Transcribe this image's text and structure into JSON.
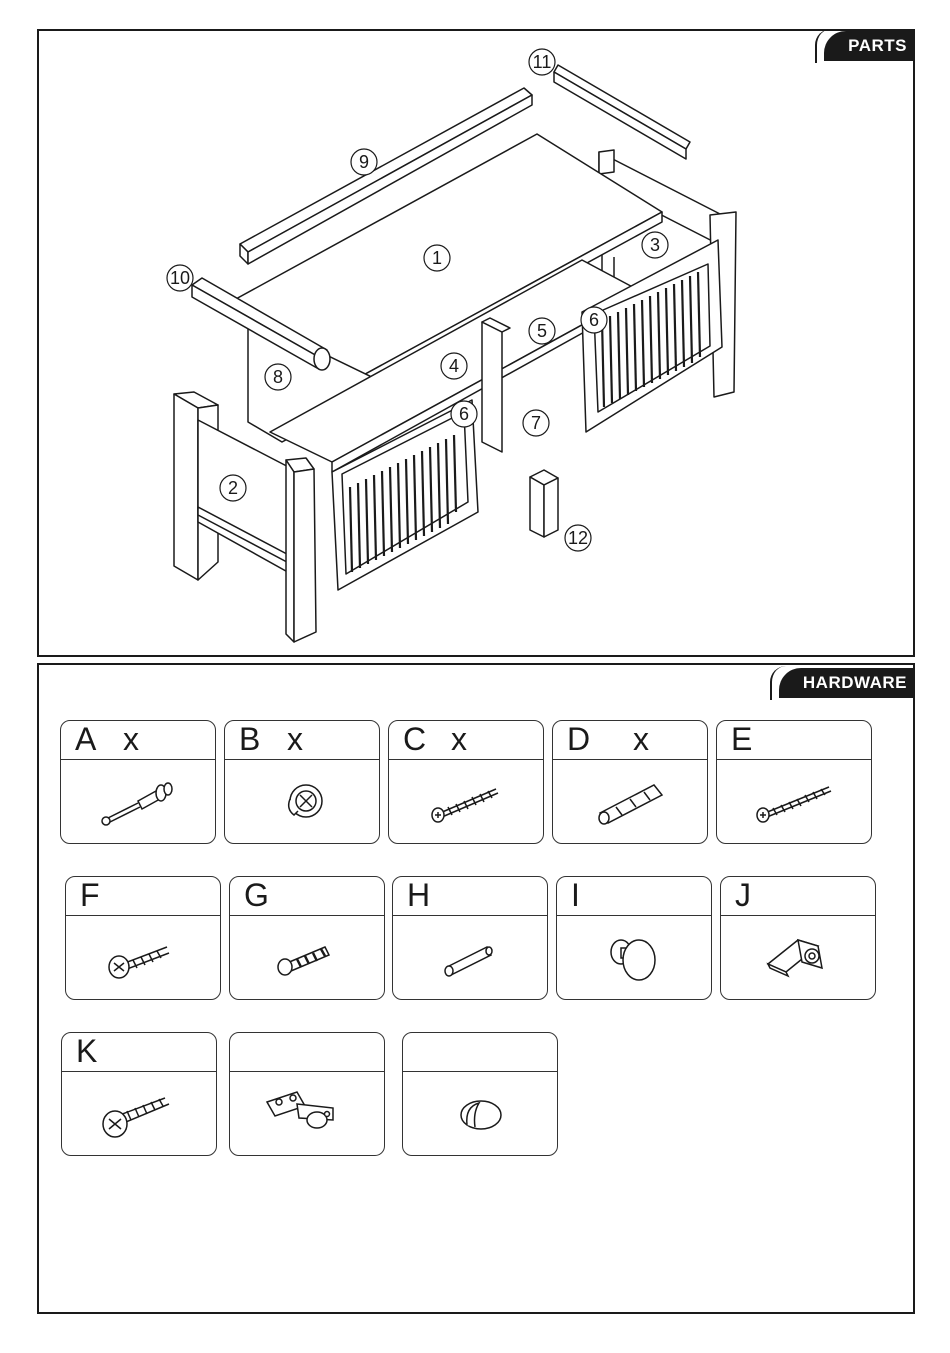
{
  "parts_panel": {
    "tab_label": "PARTS",
    "part_numbers": [
      "1",
      "2",
      "3",
      "4",
      "5",
      "6",
      "6",
      "7",
      "8",
      "9",
      "10",
      "11",
      "12"
    ]
  },
  "hardware_panel": {
    "tab_label": "HARDWARE",
    "items": [
      {
        "letter": "A",
        "qty": "x",
        "icon": "cam-bolt-icon"
      },
      {
        "letter": "B",
        "qty": "x",
        "icon": "cam-lock-icon"
      },
      {
        "letter": "C",
        "qty": "x",
        "icon": "screw-icon"
      },
      {
        "letter": "D",
        "qty": "x",
        "icon": "wooden-dowel-icon"
      },
      {
        "letter": "E",
        "qty": "",
        "icon": "long-screw-icon"
      },
      {
        "letter": "F",
        "qty": "",
        "icon": "flat-head-screw-icon"
      },
      {
        "letter": "G",
        "qty": "",
        "icon": "machine-bolt-icon"
      },
      {
        "letter": "H",
        "qty": "",
        "icon": "pin-icon"
      },
      {
        "letter": "I",
        "qty": "",
        "icon": "knob-icon"
      },
      {
        "letter": "J",
        "qty": "",
        "icon": "corner-bracket-icon"
      },
      {
        "letter": "K",
        "qty": "",
        "icon": "wood-screw-icon"
      },
      {
        "letter": "",
        "qty": "",
        "icon": "hinge-icon"
      },
      {
        "letter": "",
        "qty": "",
        "icon": "cap-icon"
      }
    ]
  }
}
